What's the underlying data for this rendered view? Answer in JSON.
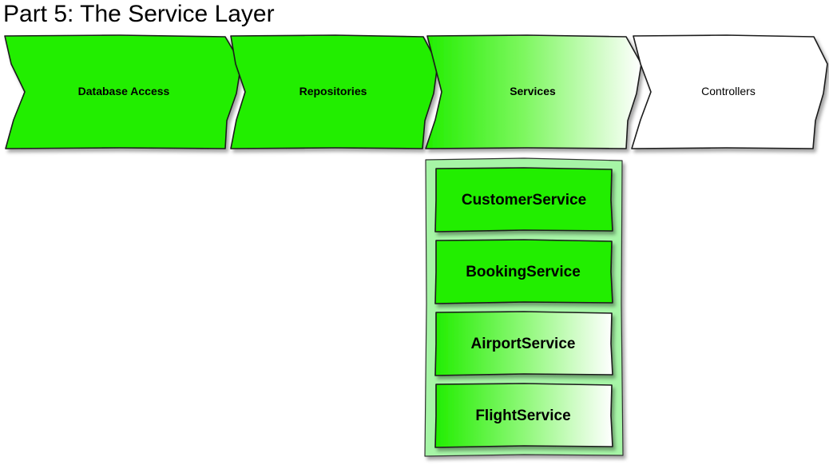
{
  "title": "Part 5: The Service Layer",
  "stages": [
    {
      "label": "Database Access",
      "fill": "solid",
      "bold": true
    },
    {
      "label": "Repositories",
      "fill": "solid",
      "bold": true
    },
    {
      "label": "Services",
      "fill": "gradient",
      "bold": true
    },
    {
      "label": "Controllers",
      "fill": "none",
      "bold": false
    }
  ],
  "services": [
    {
      "label": "CustomerService",
      "fill": "solid"
    },
    {
      "label": "BookingService",
      "fill": "solid"
    },
    {
      "label": "AirportService",
      "fill": "gradient"
    },
    {
      "label": "FlightService",
      "fill": "gradient"
    }
  ],
  "colors": {
    "green": "#22ee00",
    "panel": "#a6f5a6",
    "outline": "#1a1a1a",
    "white": "#ffffff"
  }
}
